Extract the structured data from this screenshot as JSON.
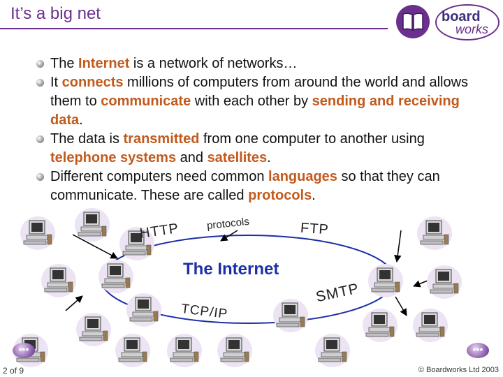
{
  "header": {
    "title": "It’s a big net"
  },
  "logo": {
    "line1": "board",
    "line2": "works"
  },
  "bullets": [
    {
      "parts": [
        {
          "t": "The ",
          "h": false
        },
        {
          "t": "Internet",
          "h": true
        },
        {
          "t": " is a network of networks…",
          "h": false
        }
      ]
    },
    {
      "parts": [
        {
          "t": "It ",
          "h": false
        },
        {
          "t": "connects",
          "h": true
        },
        {
          "t": " millions of computers from around the world and allows them to ",
          "h": false
        },
        {
          "t": "communicate",
          "h": true
        },
        {
          "t": " with each other by ",
          "h": false
        },
        {
          "t": "sending and receiving data",
          "h": true
        },
        {
          "t": ".",
          "h": false
        }
      ]
    },
    {
      "parts": [
        {
          "t": "The data is ",
          "h": false
        },
        {
          "t": "transmitted",
          "h": true
        },
        {
          "t": " from one computer to another using ",
          "h": false
        },
        {
          "t": "telephone systems",
          "h": true
        },
        {
          "t": " and ",
          "h": false
        },
        {
          "t": "satellites",
          "h": true
        },
        {
          "t": ".",
          "h": false
        }
      ]
    },
    {
      "parts": [
        {
          "t": "Different computers need common ",
          "h": false
        },
        {
          "t": "languages",
          "h": true
        },
        {
          "t": " so that they can communicate. These are called ",
          "h": false
        },
        {
          "t": "protocols",
          "h": true
        },
        {
          "t": ".",
          "h": false
        }
      ]
    }
  ],
  "diagram": {
    "center_label": "The Internet",
    "protocols": {
      "http": "HTTP",
      "protocols": "protocols",
      "ftp": "FTP",
      "smtp": "SMTP",
      "tcpip": "TCP/IP"
    }
  },
  "footer": {
    "slide_number": "2 of 9",
    "copyright": "© Boardworks Ltd 2003"
  },
  "nav": {
    "prev": "•••",
    "next": "•••"
  },
  "colors": {
    "title": "#6b2f8e",
    "highlight": "#c25a1c",
    "network": "#1d2fa6"
  }
}
